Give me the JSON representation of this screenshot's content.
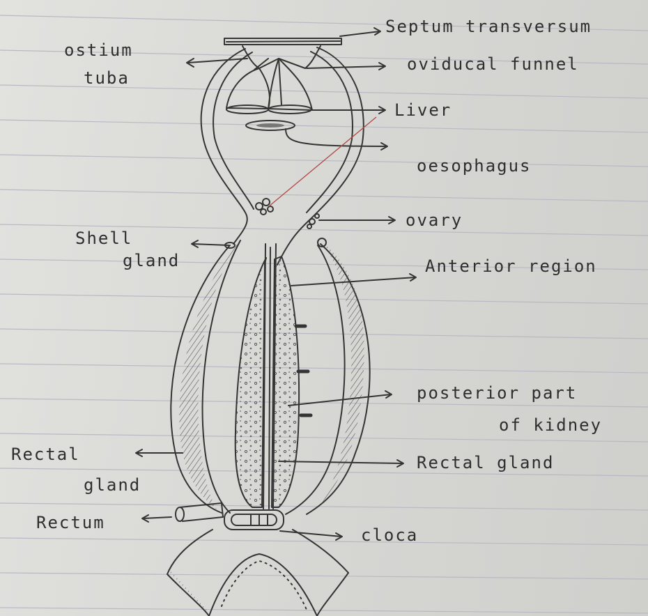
{
  "labels": {
    "septum_transversum": "Septum transversum",
    "ostium_tuba_1": "ostium",
    "ostium_tuba_2": "tuba",
    "oviducal_funnel": "oviducal funnel",
    "liver": "Liver",
    "oesophagus": "oesophagus",
    "ovary": "ovary",
    "shell_gland_1": "Shell",
    "shell_gland_2": "gland",
    "anterior_region": "Anterior region",
    "posterior_kidney_1": "posterior part",
    "posterior_kidney_2": "of kidney",
    "rectal_gland_left_1": "Rectal",
    "rectal_gland_left_2": "gland",
    "rectal_gland_right": "Rectal gland",
    "rectum": "Rectum",
    "cloaca": "cloca"
  },
  "colors": {
    "paper": "#dcdcd9",
    "rule_line": "#b8b8c2",
    "ink": "#333333",
    "red_ink": "#b04848"
  }
}
